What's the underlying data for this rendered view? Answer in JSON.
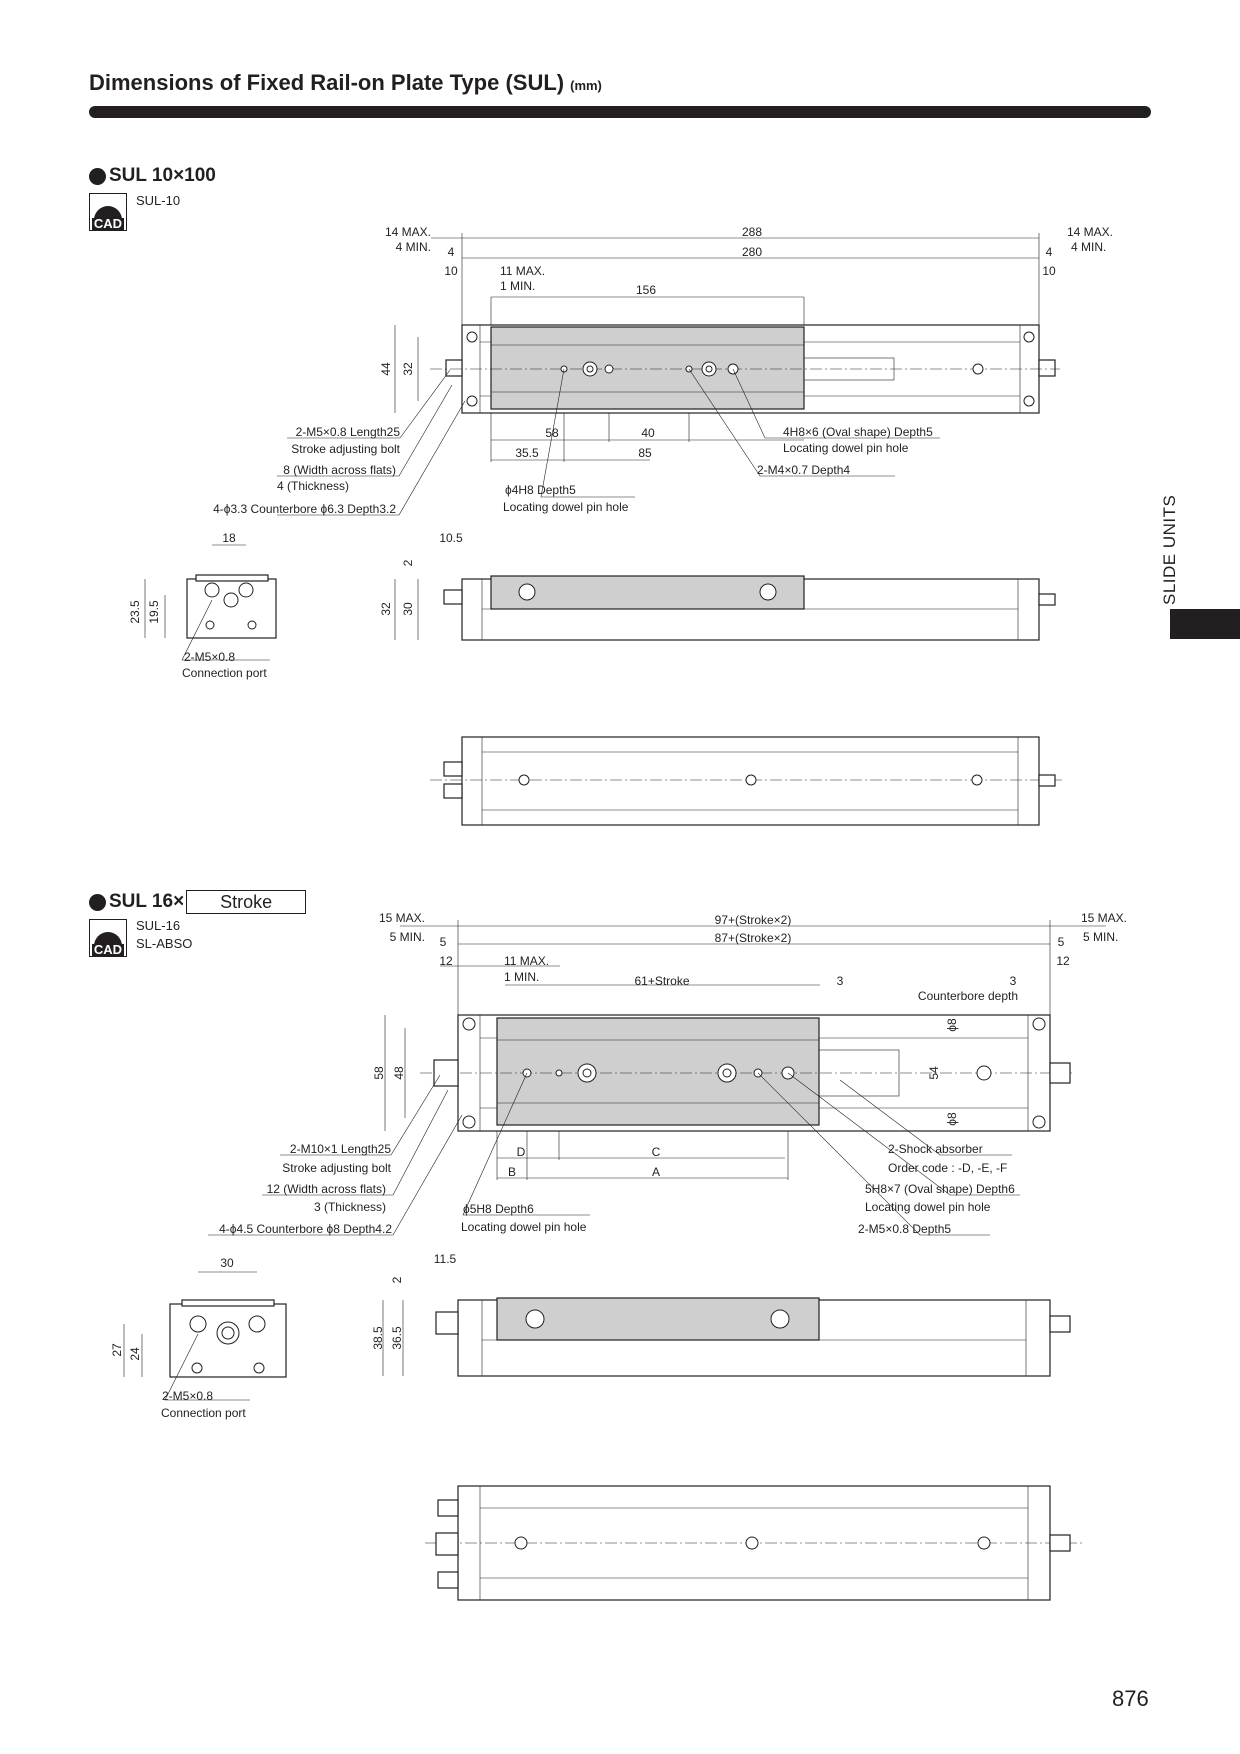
{
  "header": {
    "title": "Dimensions of Fixed Rail-on Plate Type (SUL)",
    "unit": "(mm)"
  },
  "side_tab": {
    "label": "SLIDE UNITS"
  },
  "page_number": "876",
  "section1": {
    "title": "SUL 10×100",
    "cad_label": "CAD",
    "models": [
      "SUL-10"
    ],
    "dims": {
      "max_left": "14 MAX.",
      "min_left": "4 MIN.",
      "total": "288",
      "inner": "280",
      "four_l": "4",
      "four_r": "4",
      "ten_l": "10",
      "ten_r": "10",
      "adj_max": "11 MAX.",
      "adj_min": "1 MIN.",
      "stroke_len": "156",
      "max_right": "14 MAX.",
      "min_right": "4 MIN.",
      "h44": "44",
      "h32": "32",
      "d58": "58",
      "d40": "40",
      "d35": "35.5",
      "d85": "85",
      "side_10_5": "10.5",
      "side_2": "2",
      "side_32": "32",
      "side_30": "30",
      "end_18": "18",
      "end_23_5": "23.5",
      "end_19_5": "19.5"
    },
    "callouts": {
      "bolt": "2-M5×0.8 Length25",
      "bolt_desc": "Stroke adjusting bolt",
      "flats": "8 (Width across flats)",
      "thickness": "4 (Thickness)",
      "counterbore": "4-ϕ3.3 Counterbore ϕ6.3 Depth3.2",
      "pin": "ϕ4H8 Depth5",
      "pin_desc": "Locating dowel pin hole",
      "oval": "4H8×6 (Oval shape) Depth5",
      "oval_desc": "Locating dowel pin hole",
      "tap": "2-M4×0.7 Depth4",
      "port": "2-M5×0.8",
      "port_desc": "Connection port"
    }
  },
  "section2": {
    "title": "SUL 16×",
    "stroke_box": "Stroke",
    "cad_label": "CAD",
    "models": [
      "SUL-16",
      "SL-ABSO"
    ],
    "dims": {
      "max_left": "15 MAX.",
      "min_left": "5 MIN.",
      "total": "97+(Stroke×2)",
      "inner": "87+(Stroke×2)",
      "five_l": "5",
      "five_r": "5",
      "twelve_l": "12",
      "twelve_r": "12",
      "adj_max": "11 MAX.",
      "adj_min": "1 MIN.",
      "stroke_len": "61+Stroke",
      "three_a": "3",
      "three_b": "3",
      "cb_depth": "Counterbore depth",
      "max_right": "15 MAX.",
      "min_right": "5 MIN.",
      "h58": "58",
      "h48": "48",
      "phi8_top": "ϕ8",
      "h54": "54",
      "phi8_bot": "ϕ8",
      "D": "D",
      "C": "C",
      "B": "B",
      "A": "A",
      "side_11_5": "11.5",
      "side_2": "2",
      "side_38_5": "38.5",
      "side_36_5": "36.5",
      "end_30": "30",
      "end_27": "27",
      "end_24": "24"
    },
    "callouts": {
      "bolt": "2-M10×1 Length25",
      "bolt_desc": "Stroke adjusting bolt",
      "flats": "12 (Width across flats)",
      "thickness": "3 (Thickness)",
      "counterbore": "4-ϕ4.5 Counterbore ϕ8 Depth4.2",
      "pin": "ϕ5H8 Depth6",
      "pin_desc": "Locating dowel pin hole",
      "shock": "2-Shock absorber",
      "order": "Order code : -D, -E, -F",
      "oval": "5H8×7 (Oval shape) Depth6",
      "oval_desc": "Locating dowel pin hole",
      "tap": "2-M5×0.8 Depth5",
      "port": "2-M5×0.8",
      "port_desc": "Connection port"
    }
  }
}
